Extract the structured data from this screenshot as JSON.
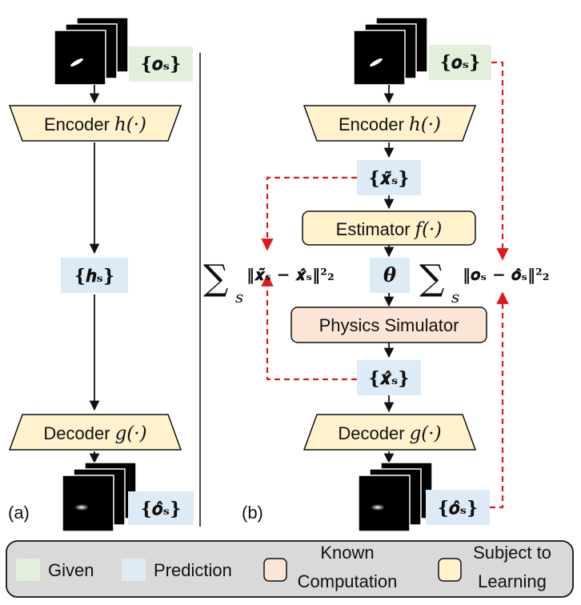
{
  "colors": {
    "given": "#e2efda",
    "prediction": "#ddebf7",
    "known": "#fbe5d6",
    "learning": "#fff2cc",
    "accent_dashed": "#e0191b",
    "legend_bg": "#d9d9d9"
  },
  "panel_a": {
    "label": "(a)",
    "input_var": "{𝒐ₛ}",
    "encoder": {
      "word": "Encoder",
      "fn": "h(·)"
    },
    "latent": "{𝒉ₛ}",
    "decoder": {
      "word": "Decoder",
      "fn": "g(·)"
    },
    "output_var": "{𝒐̂ₛ}"
  },
  "panel_b": {
    "label": "(b)",
    "input_var": "{𝒐ₛ}",
    "encoder": {
      "word": "Encoder",
      "fn": "h(·)"
    },
    "state_est": "{𝒙̃ₛ}",
    "estimator": {
      "word": "Estimator",
      "fn": "f(·)"
    },
    "theta": "𝜽",
    "simulator": "Physics Simulator",
    "state_pred": "{𝒙̂ₛ}",
    "decoder": {
      "word": "Decoder",
      "fn": "g(·)"
    },
    "output_var": "{𝒐̂ₛ}",
    "loss_state": "‖𝒙̃ₛ − 𝒙̂ₛ‖²₂",
    "loss_obs": "‖𝒐ₛ − 𝒐̂ₛ‖²₂",
    "sum_symbol": "∑",
    "sum_sub": "s"
  },
  "legend": {
    "given": "Given",
    "prediction": "Prediction",
    "known_line1": "Known",
    "known_line2": "Computation",
    "learning_line1": "Subject to",
    "learning_line2": "Learning"
  }
}
